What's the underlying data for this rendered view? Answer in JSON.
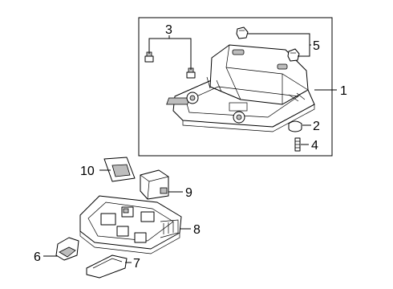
{
  "diagram": {
    "callouts": {
      "c1": "1",
      "c2": "2",
      "c3": "3",
      "c4": "4",
      "c5": "5",
      "c6": "6",
      "c7": "7",
      "c8": "8",
      "c9": "9",
      "c10": "10"
    }
  }
}
